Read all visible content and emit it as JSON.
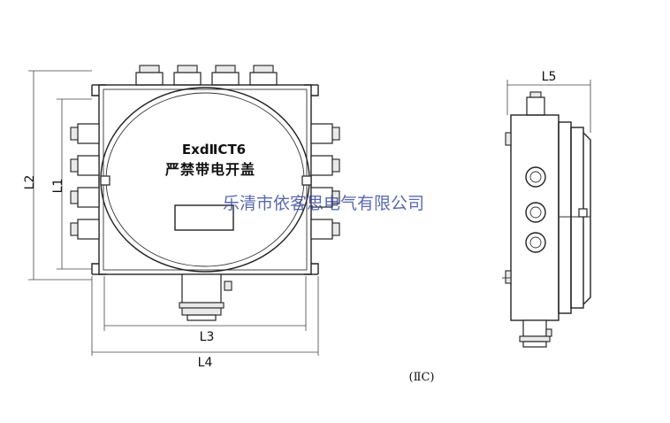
{
  "front_view": {
    "marking": "ExdⅡCT6",
    "warning": "严禁带电开盖",
    "dimensions": {
      "height_outer": "L2",
      "height_inner": "L1",
      "width_inner": "L3",
      "width_outer": "L4"
    }
  },
  "side_view": {
    "dimension": "L5"
  },
  "caption": "(ⅡC)",
  "watermark": "乐清市依客思电气有限公司"
}
